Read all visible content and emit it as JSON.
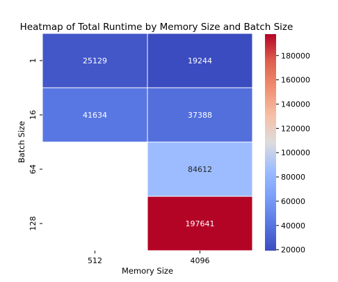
{
  "chart_data": {
    "type": "heatmap",
    "title": "Heatmap of Total Runtime by Memory Size and Batch Size",
    "xlabel": "Memory Size",
    "ylabel": "Batch Size",
    "x_categories": [
      "512",
      "4096"
    ],
    "y_categories": [
      "1",
      "16",
      "64",
      "128"
    ],
    "cells": [
      {
        "x": "512",
        "y": "1",
        "value": 25129,
        "label": "25129"
      },
      {
        "x": "4096",
        "y": "1",
        "value": 19244,
        "label": "19244"
      },
      {
        "x": "512",
        "y": "16",
        "value": 41634,
        "label": "41634"
      },
      {
        "x": "4096",
        "y": "16",
        "value": 37388,
        "label": "37388"
      },
      {
        "x": "4096",
        "y": "64",
        "value": 84612,
        "label": "84612"
      },
      {
        "x": "4096",
        "y": "128",
        "value": 197641,
        "label": "197641"
      }
    ],
    "colormap": "coolwarm",
    "colorbar": {
      "range": [
        19244,
        197641
      ],
      "ticks": [
        20000,
        40000,
        60000,
        80000,
        100000,
        120000,
        140000,
        160000,
        180000
      ],
      "tick_labels": [
        "20000",
        "40000",
        "60000",
        "80000",
        "100000",
        "120000",
        "140000",
        "160000",
        "180000"
      ]
    },
    "grid": false
  }
}
